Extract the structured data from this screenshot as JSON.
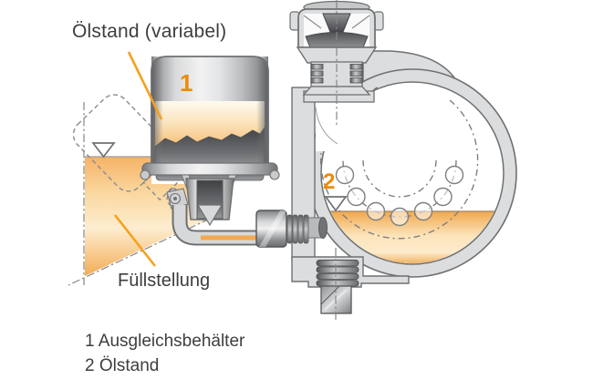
{
  "diagram": {
    "type": "technical-cross-section-oil-level",
    "labels": {
      "oil_level_variable": "Ölstand (variabel)",
      "fill_position": "Füllstellung"
    },
    "markers": {
      "reservoir": "1",
      "oil_level": "2"
    },
    "legend": {
      "items": [
        "1 Ausgleichsbehälter",
        "2 Ölstand"
      ]
    },
    "colors": {
      "accent_orange": "#EE8A00",
      "leader_orange": "#F5A11E",
      "oil_deep": "#F2A94E",
      "oil_light": "#FDEECC",
      "metal_gray_fill": "#DCDDDE",
      "outline_gray": "#6E7072",
      "text_gray": "#3E3D40",
      "background": "#FFFFFF"
    }
  }
}
